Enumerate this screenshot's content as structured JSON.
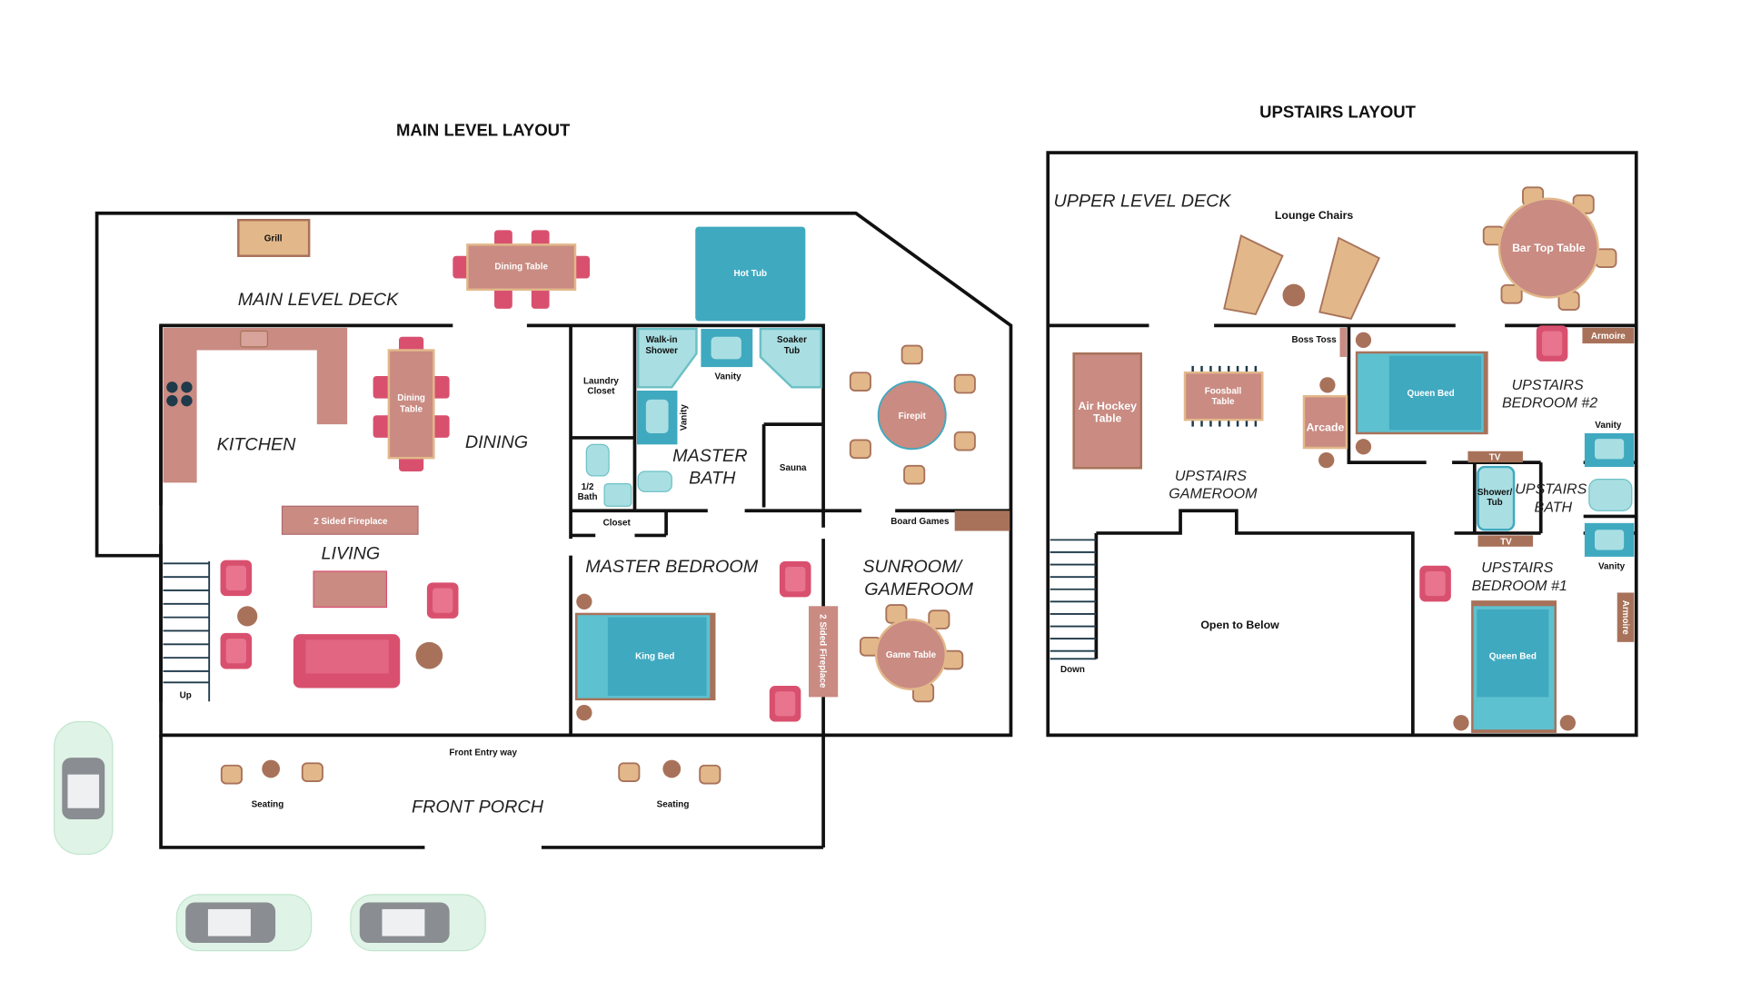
{
  "titles": {
    "main": "MAIN LEVEL LAYOUT",
    "upstairs": "UPSTAIRS LAYOUT"
  },
  "rooms": {
    "main_deck": "MAIN LEVEL DECK",
    "kitchen": "KITCHEN",
    "dining": "DINING",
    "living": "LIVING",
    "master_bath_1": "MASTER",
    "master_bath_2": "BATH",
    "master_bedroom": "MASTER BEDROOM",
    "sunroom_1": "SUNROOM/",
    "sunroom_2": "GAMEROOM",
    "front_porch": "FRONT PORCH",
    "upper_deck": "UPPER LEVEL DECK",
    "gameroom_1": "UPSTAIRS",
    "gameroom_2": "GAMEROOM",
    "bed2_1": "UPSTAIRS",
    "bed2_2": "BEDROOM #2",
    "bath_1": "UPSTAIRS",
    "bath_2": "BATH",
    "bed1_1": "UPSTAIRS",
    "bed1_2": "BEDROOM #1"
  },
  "labels": {
    "grill": "Grill",
    "deck_dining": "Dining Table",
    "hot_tub": "Hot Tub",
    "dining_table_1": "Dining",
    "dining_table_2": "Table",
    "fireplace_living": "2 Sided Fireplace",
    "up": "Up",
    "laundry_1": "Laundry",
    "laundry_2": "Closet",
    "shower_1": "Walk-in",
    "shower_2": "Shower",
    "vanity_top": "Vanity",
    "vanity_side": "Vanity",
    "soaker_1": "Soaker",
    "soaker_2": "Tub",
    "half_bath_1": "1/2",
    "half_bath_2": "Bath",
    "closet": "Closet",
    "sauna": "Sauna",
    "firepit": "Firepit",
    "board_games": "Board Games",
    "king_bed": "King Bed",
    "fireplace_bed": "2 Sided Fireplace",
    "game_table": "Game Table",
    "front_entry": "Front Entry way",
    "seating_left": "Seating",
    "seating_right": "Seating",
    "lounge_chairs": "Lounge Chairs",
    "bar_top": "Bar Top Table",
    "boss_toss": "Boss Toss",
    "armoire_top": "Armoire",
    "air_hockey_1": "Air Hockey",
    "air_hockey_2": "Table",
    "foosball_1": "Foosball",
    "foosball_2": "Table",
    "arcade": "Arcade",
    "queen_bed_2": "Queen Bed",
    "vanity_up1": "Vanity",
    "tv_top": "TV",
    "shower_tub_1": "Shower/",
    "shower_tub_2": "Tub",
    "tv_bottom": "TV",
    "vanity_up2": "Vanity",
    "armoire_side": "Armoire",
    "down": "Down",
    "open_below": "Open to Below",
    "queen_bed_1": "Queen Bed"
  },
  "colors": {
    "wood": "#c98b82",
    "teal": "#3fa9c0",
    "light_teal": "#a9dfe2",
    "tan": "#e2b88a",
    "red": "#d9506f",
    "brown": "#a8725a",
    "wall": "#111111"
  }
}
